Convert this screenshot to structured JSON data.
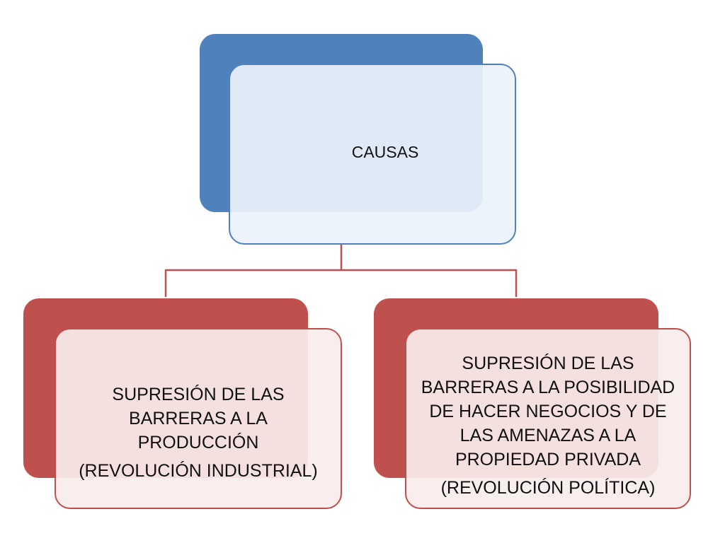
{
  "diagram": {
    "root": {
      "label": "CAUSAS"
    },
    "children": [
      {
        "label_lines": [
          "SUPRESIÓN DE LAS",
          "BARRERAS A LA",
          "PRODUCCIÓN"
        ],
        "sub": "(REVOLUCIÓN INDUSTRIAL)"
      },
      {
        "label_lines": [
          "SUPRESIÓN DE LAS",
          "BARRERAS A LA POSIBILIDAD",
          "DE HACER NEGOCIOS Y DE",
          "LAS AMENAZAS A LA",
          "PROPIEDAD PRIVADA"
        ],
        "sub": "(REVOLUCIÓN POLÍTICA)"
      }
    ],
    "colors": {
      "root_fill": "#4f81bd",
      "root_panel": "#ecf2fa",
      "child_fill": "#c0504d",
      "child_panel": "#f9ecec",
      "connector": "#c0504d"
    }
  }
}
